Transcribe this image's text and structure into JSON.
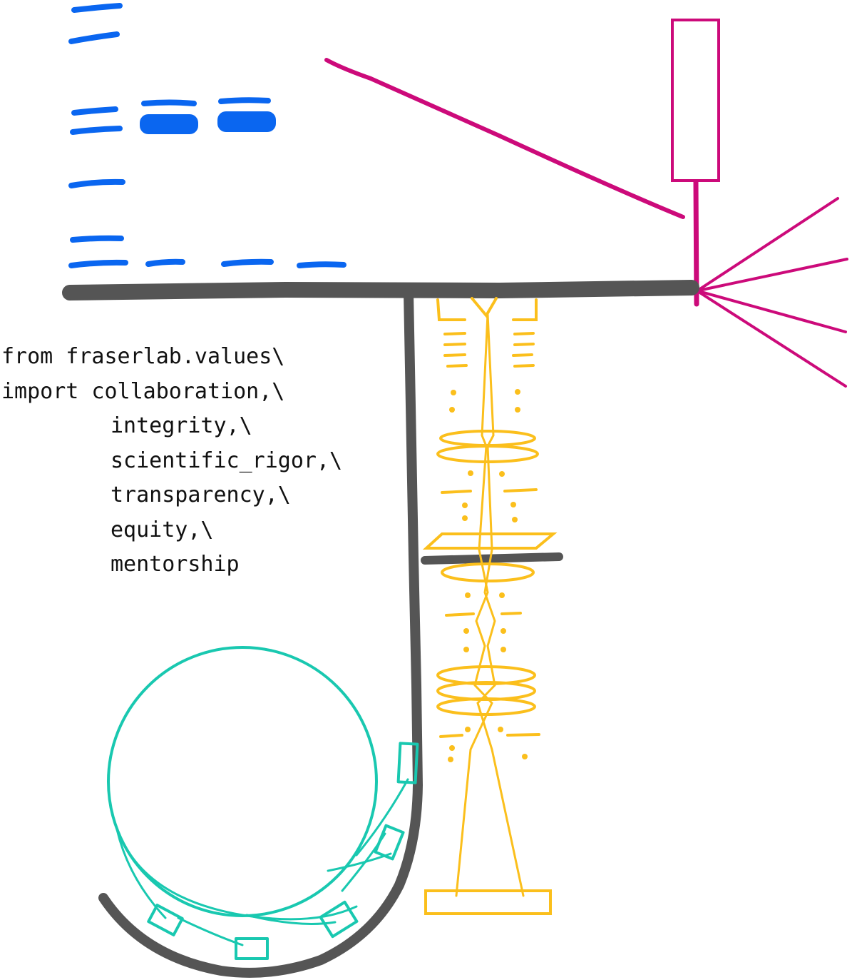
{
  "code": {
    "lines": [
      {
        "indent": false,
        "text": "from fraserlab.values\\"
      },
      {
        "indent": false,
        "text": "import collaboration,\\"
      },
      {
        "indent": true,
        "text": "integrity,\\"
      },
      {
        "indent": true,
        "text": "scientific_rigor,\\"
      },
      {
        "indent": true,
        "text": "transparency,\\"
      },
      {
        "indent": true,
        "text": "equity,\\"
      },
      {
        "indent": true,
        "text": "mentorship"
      }
    ]
  },
  "colors": {
    "gel_bands": "#0a66f0",
    "structure": "#555555",
    "laser": "#cc0a7a",
    "microscope": "#fbbf1c",
    "ring": "#19c8b0",
    "text": "#111111"
  },
  "icons": [
    "gel-bands-icon",
    "x-ray-beamline-icon",
    "electron-microscope-column-icon",
    "synchrotron-ring-icon"
  ]
}
